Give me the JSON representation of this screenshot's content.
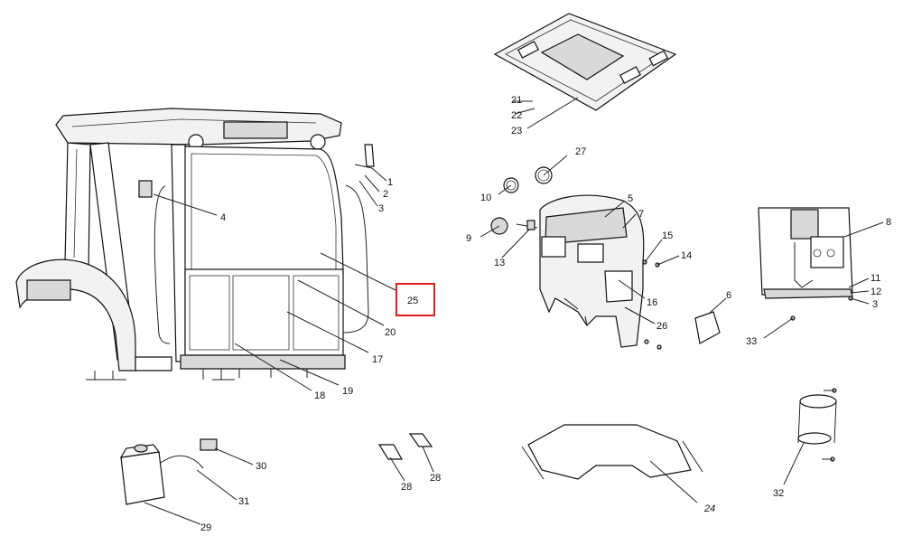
{
  "highlight": {
    "color": "#e01c1c",
    "label": "25"
  },
  "callouts": {
    "c1": "1",
    "c2": "2",
    "c3a": "3",
    "c3b": "3",
    "c4": "4",
    "c5": "5",
    "c6": "6",
    "c7": "7",
    "c8": "8",
    "c9": "9",
    "c10": "10",
    "c11": "11",
    "c12": "12",
    "c13": "13",
    "c14": "14",
    "c15": "15",
    "c16": "16",
    "c17": "17",
    "c18": "18",
    "c19": "19",
    "c20": "20",
    "c21": "21",
    "c22": "22",
    "c23": "23",
    "c24": "24",
    "c26": "26",
    "c27": "27",
    "c28a": "28",
    "c28b": "28",
    "c29": "29",
    "c30": "30",
    "c31": "31",
    "c32": "32",
    "c33": "33"
  }
}
